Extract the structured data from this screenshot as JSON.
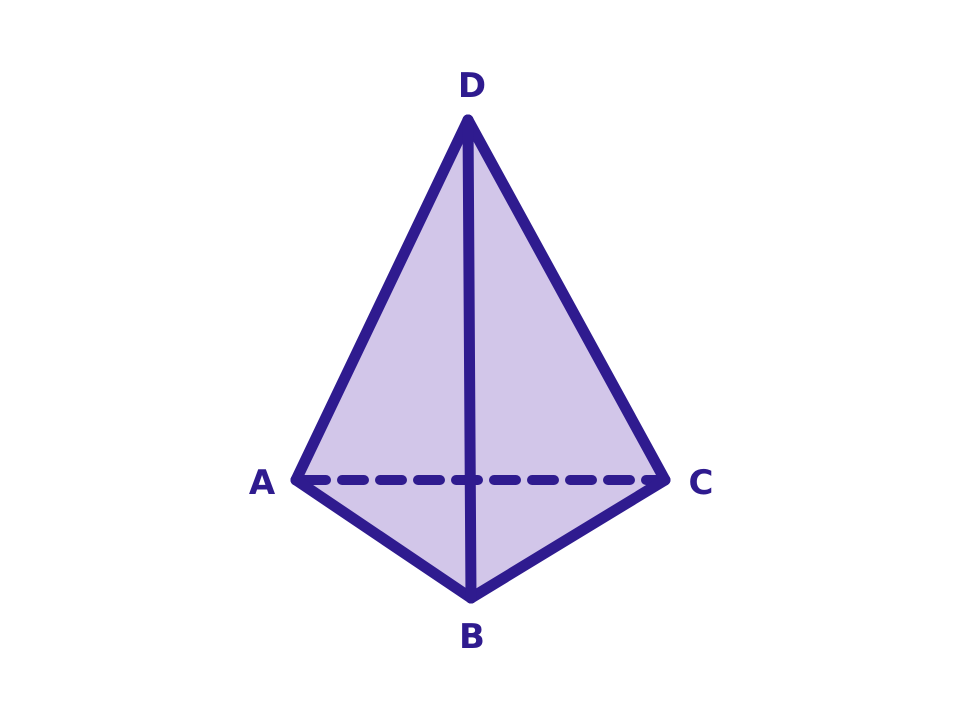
{
  "diagram": {
    "vertices": {
      "A": "A",
      "B": "B",
      "C": "C",
      "D": "D"
    },
    "colors": {
      "stroke": "#2f1b8f",
      "fill": "#d2c6e9",
      "label": "#2f1b8f",
      "background": "#ffffff"
    }
  }
}
